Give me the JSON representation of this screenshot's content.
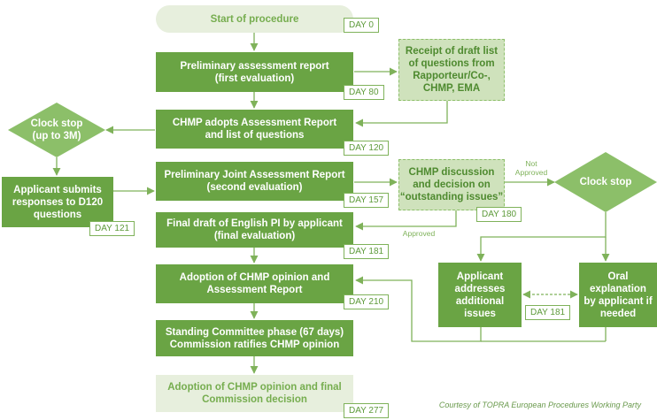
{
  "boxes": {
    "start": "Start of procedure",
    "prelim": "Preliminary assessment report\n(first evaluation)",
    "receipt": "Receipt of draft list\nof questions from\nRapporteur/Co-,\nCHMP, EMA",
    "adopts": "CHMP adopts Assessment Report\nand list of questions",
    "clock_stop_left": "Clock stop\n(up to 3M)",
    "applicant_submits": "Applicant submits\nresponses to D120\nquestions",
    "prelim_joint": "Preliminary Joint Assessment Report\n(second evaluation)",
    "chmp_discussion": "CHMP discussion\nand decision on\n“outstanding issues”",
    "clock_stop_right": "Clock stop",
    "final_draft": "Final draft of English PI by applicant\n(final evaluation)",
    "adoption_opinion": "Adoption of CHMP opinion and\nAssessment Report",
    "applicant_addresses": "Applicant\naddresses\nadditional\nissues",
    "oral_explanation": "Oral\nexplanation\nby applicant if\nneeded",
    "standing_committee": "Standing Committee phase (67 days)\nCommission ratifies CHMP opinion",
    "final_decision": "Adoption of CHMP opinion and final\nCommission decision"
  },
  "days": {
    "d0": "DAY 0",
    "d80": "DAY 80",
    "d120": "DAY 120",
    "d121": "DAY 121",
    "d157": "DAY 157",
    "d180": "DAY 180",
    "d181_left": "DAY 181",
    "d181_mid": "DAY 181",
    "d210": "DAY 210",
    "d277": "DAY 277"
  },
  "flow_labels": {
    "not_approved": "Not\nApproved",
    "approved": "Approved"
  },
  "credit": "Courtesy of TOPRA European Procedures Working Party",
  "colors": {
    "dark_green": "#6aa444",
    "light_green": "#e7efdd",
    "dashed_green": "#cfe2bc",
    "diamond": "#8cbf69",
    "line": "#7fb25a"
  }
}
